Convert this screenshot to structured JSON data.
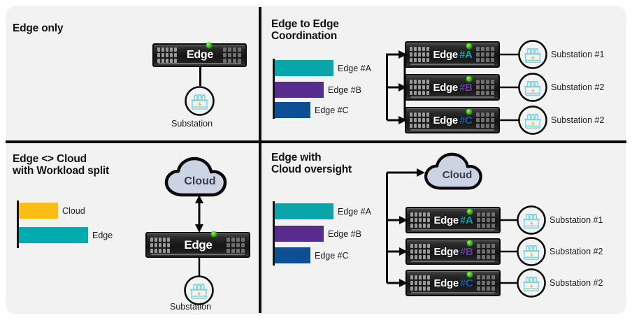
{
  "diagram": {
    "title_colors": {
      "edge_a": "#0aa4ab",
      "edge_b": "#582c8e",
      "edge_c": "#1155a0",
      "cloud_bar": "#fbbc16",
      "edge_bar": "#00abad",
      "led_green": "#3fc415",
      "substation_icon": "#7fd4dc",
      "bolt": "#f5b018",
      "cloud_fill": "#ccd3e3",
      "panel_bg": "#f2f2f2",
      "ink": "#0c0c0c"
    },
    "quadrants": [
      {
        "id": "edge-only",
        "title": "Edge only",
        "servers": [
          {
            "label": "Edge",
            "tag": "",
            "tag_color": "#ffffff",
            "led": true
          }
        ],
        "substations": [
          {
            "label": "Substation",
            "icon": "substation-icon"
          }
        ],
        "cloud": null,
        "chart": null
      },
      {
        "id": "edge-to-edge-coordination",
        "title": "Edge to Edge\nCoordination",
        "servers": [
          {
            "label": "Edge",
            "tag": "#A",
            "tag_color": "#0aa4ab",
            "led": true
          },
          {
            "label": "Edge",
            "tag": "#B",
            "tag_color": "#6a3a9e",
            "led": true
          },
          {
            "label": "Edge",
            "tag": "#C",
            "tag_color": "#1a5ca8",
            "led": true
          }
        ],
        "substations": [
          {
            "label": "Substation #1",
            "icon": "substation-icon"
          },
          {
            "label": "Substation #2",
            "icon": "substation-icon"
          },
          {
            "label": "Substation #2",
            "icon": "substation-icon"
          }
        ],
        "cloud": null,
        "chart": {
          "type": "bar",
          "orientation": "horizontal",
          "title": "",
          "categories": [
            "Edge #A",
            "Edge #B",
            "Edge #C"
          ],
          "values": [
            88,
            73,
            53
          ],
          "colors": [
            "#0aa4ab",
            "#582c8e",
            "#0d4f94"
          ],
          "xlabel": "",
          "ylabel": "",
          "xlim": [
            0,
            100
          ],
          "grid": false,
          "legend": "right-of-bar"
        }
      },
      {
        "id": "edge-cloud-workload-split",
        "title": "Edge <> Cloud\nwith Workload split",
        "servers": [
          {
            "label": "Edge",
            "tag": "",
            "tag_color": "#ffffff",
            "led": true
          }
        ],
        "substations": [
          {
            "label": "Substation",
            "icon": "substation-icon"
          }
        ],
        "cloud": {
          "label": "Cloud",
          "icon": "cloud-icon"
        },
        "chart": {
          "type": "bar",
          "orientation": "horizontal",
          "title": "",
          "categories": [
            "Cloud",
            "Edge"
          ],
          "values": [
            45,
            80
          ],
          "colors": [
            "#fbbc16",
            "#00abad"
          ],
          "xlabel": "",
          "ylabel": "",
          "xlim": [
            0,
            100
          ],
          "grid": false,
          "legend": "right-of-bar"
        }
      },
      {
        "id": "edge-with-cloud-oversight",
        "title": "Edge with\nCloud oversight",
        "servers": [
          {
            "label": "Edge",
            "tag": "#A",
            "tag_color": "#0aa4ab",
            "led": true
          },
          {
            "label": "Edge",
            "tag": "#B",
            "tag_color": "#6a3a9e",
            "led": true
          },
          {
            "label": "Edge",
            "tag": "#C",
            "tag_color": "#1a5ca8",
            "led": true
          }
        ],
        "substations": [
          {
            "label": "Substation #1",
            "icon": "substation-icon"
          },
          {
            "label": "Substation #2",
            "icon": "substation-icon"
          },
          {
            "label": "Substation #2",
            "icon": "substation-icon"
          }
        ],
        "cloud": {
          "label": "Cloud",
          "icon": "cloud-icon"
        },
        "chart": {
          "type": "bar",
          "orientation": "horizontal",
          "title": "",
          "categories": [
            "Edge #A",
            "Edge #B",
            "Edge #C"
          ],
          "values": [
            88,
            73,
            53
          ],
          "colors": [
            "#0aa4ab",
            "#582c8e",
            "#0d4f94"
          ],
          "xlabel": "",
          "ylabel": "",
          "xlim": [
            0,
            100
          ],
          "grid": false,
          "legend": "right-of-bar"
        }
      }
    ]
  },
  "chart_data": [
    {
      "type": "bar",
      "orientation": "horizontal",
      "panel": "Edge to Edge Coordination",
      "categories": [
        "Edge #A",
        "Edge #B",
        "Edge #C"
      ],
      "values": [
        88,
        73,
        53
      ],
      "title": "",
      "xlabel": "",
      "ylabel": "",
      "xlim": [
        0,
        100
      ],
      "grid": false
    },
    {
      "type": "bar",
      "orientation": "horizontal",
      "panel": "Edge <> Cloud with Workload split",
      "categories": [
        "Cloud",
        "Edge"
      ],
      "values": [
        45,
        80
      ],
      "title": "",
      "xlabel": "",
      "ylabel": "",
      "xlim": [
        0,
        100
      ],
      "grid": false
    },
    {
      "type": "bar",
      "orientation": "horizontal",
      "panel": "Edge with Cloud oversight",
      "categories": [
        "Edge #A",
        "Edge #B",
        "Edge #C"
      ],
      "values": [
        88,
        73,
        53
      ],
      "title": "",
      "xlabel": "",
      "ylabel": "",
      "xlim": [
        0,
        100
      ],
      "grid": false
    }
  ]
}
